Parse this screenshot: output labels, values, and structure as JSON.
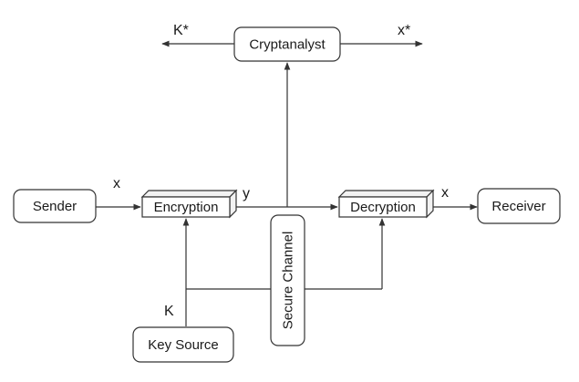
{
  "nodes": {
    "cryptanalyst": "Cryptanalyst",
    "sender": "Sender",
    "encryption": "Encryption",
    "decryption": "Decryption",
    "receiver": "Receiver",
    "key_source": "Key Source",
    "secure_channel": "Secure Channel"
  },
  "edge_labels": {
    "k_star": "K*",
    "x_star": "x*",
    "x_in": "x",
    "y": "y",
    "x_out": "x",
    "k": "K"
  }
}
